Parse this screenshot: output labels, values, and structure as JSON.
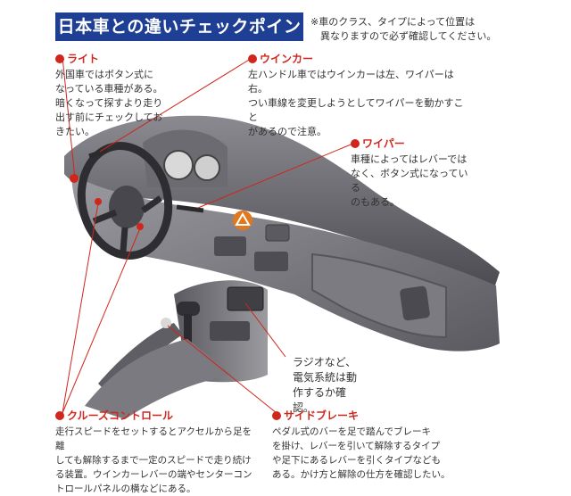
{
  "title": "日本車との違いチェックポイント",
  "note": {
    "line1": "※車のクラス、タイプによって位置は",
    "line2": "異なりますので必ず確認してください。"
  },
  "callouts": {
    "light": {
      "heading": "ライト",
      "body": "外国車ではボタン式に\nなっている車種がある。\n暗くなって探すより走り\n出す前にチェックしてお\nきたい。"
    },
    "winker": {
      "heading": "ウインカー",
      "body": "左ハンドル車ではウインカーは左、ワイパーは右。\nつい車線を変更しようとしてワイパーを動かすこと\nがあるので注意。"
    },
    "wiper": {
      "heading": "ワイパー",
      "body": "車種によってはレバーでは\nなく、ボタン式になっている\nのもある。"
    },
    "radio": {
      "body": "ラジオなど、\n電気系統は動\n作するか確認。"
    },
    "cruise": {
      "heading": "クルーズコントロール",
      "body": "走行スピードをセットするとアクセルから足を離\nしても解除するまで一定のスピードで走り続け\nる装置。ウインカーレバーの端やセンターコン\nトロールパネルの横などにある。"
    },
    "brake": {
      "heading": "サイドブレーキ",
      "body": "ペダル式のバーを足で踏んでブレーキ\nを掛け、レバーを引いて解除するタイプ\nや足下にあるレバーを引くタイプなども\nある。かけ方と解除の仕方を確認したい。"
    }
  },
  "colors": {
    "title_bg": "#1f3f95",
    "accent_red": "#d0261b",
    "hazard_orange": "#e0781e",
    "dashboard_gray": "#6e6e74"
  }
}
